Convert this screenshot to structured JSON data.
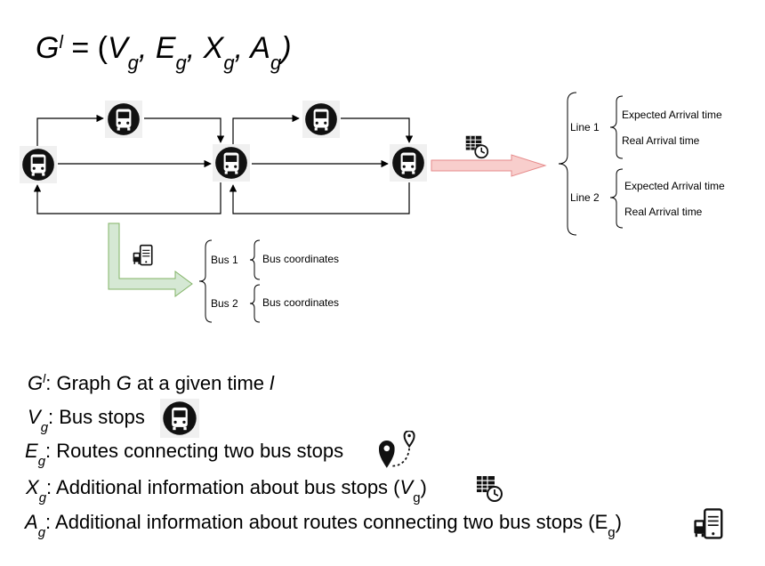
{
  "title": {
    "g": "G",
    "l": "l",
    "eq": " = (",
    "v": "V",
    "vs": "g",
    "sep1": ", ",
    "e": "E",
    "es": "g",
    "sep2": ", ",
    "x": "X",
    "xs": "g",
    "sep3": ", ",
    "a": "A",
    "as": "g",
    "close": ")"
  },
  "right_tree": {
    "line1": {
      "label": "Line 1",
      "items": [
        "Expected Arrival time",
        "Real Arrival time"
      ]
    },
    "line2": {
      "label": "Line 2",
      "items": [
        "Expected Arrival time",
        "Real Arrival time"
      ]
    }
  },
  "bottom_tree": {
    "bus1": {
      "label": "Bus 1",
      "item": "Bus coordinates"
    },
    "bus2": {
      "label": "Bus 2",
      "item": "Bus coordinates"
    }
  },
  "legend": {
    "g": {
      "sym": "G",
      "sup": "l",
      "text_a": ": Graph ",
      "text_g": "G",
      "text_b": " at a given time ",
      "text_l": "l"
    },
    "v": {
      "sym": "V",
      "sub": "g",
      "text": ": Bus stops"
    },
    "e": {
      "sym": "E",
      "sub": "g",
      "text": ": Routes connecting two bus stops"
    },
    "x": {
      "sym": "X",
      "sub": "g",
      "text_a": ": Additional information about bus stops (",
      "text_v": "V",
      "text_sub": "g",
      "text_b": ")"
    },
    "a": {
      "sym": "A",
      "sub": "g",
      "text_a": ": Additional information about routes connecting two bus stops (E",
      "text_sub": "g",
      "text_b": ")"
    }
  },
  "colors": {
    "red_arrow_fill": "#f8cecc",
    "red_arrow_stroke": "#e68b8b",
    "green_arrow_fill": "#d5e8d4",
    "green_arrow_stroke": "#82b366",
    "icon": "#111111"
  }
}
